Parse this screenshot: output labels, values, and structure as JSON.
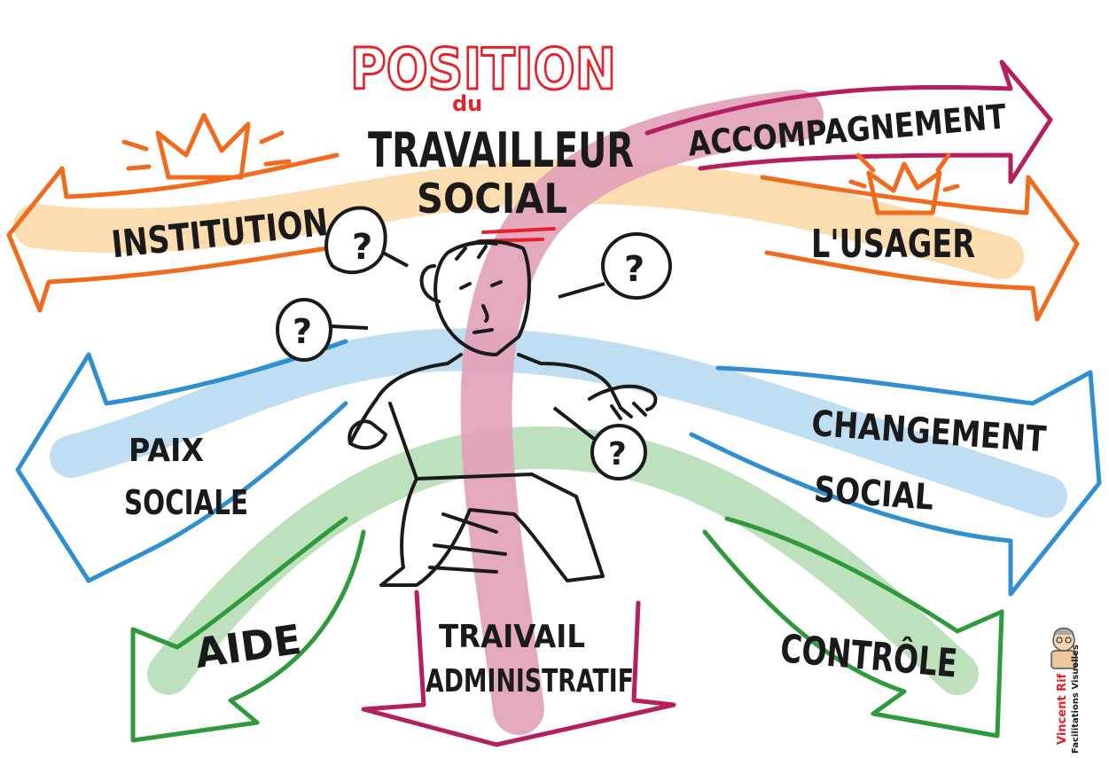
{
  "title": {
    "line1": "POSITION",
    "line2": "du",
    "line3": "TRAVAILLEUR",
    "line4": "SOCIAL"
  },
  "labels": {
    "institution": "INSTITUTION",
    "usager": "L'USAGER",
    "accompagnement": "ACCOMPAGNEMENT",
    "paix_line1": "PAIX",
    "paix_line2": "SOCIALE",
    "changement_line1": "CHANGEMENT",
    "changement_line2": "SOCIAL",
    "aide": "AIDE",
    "travail_line1": "TRAIVAIL",
    "travail_line2": "ADMINISTRATIF",
    "controle": "CONTRÔLE",
    "question_mark": "?"
  },
  "credit": {
    "name": "Vincent Rif",
    "subtitle": "Facilitations Visuelles"
  },
  "colors": {
    "title_red": "#e8202a",
    "orange": "#f26a1b",
    "orange_band": "#fbd9a6",
    "blue": "#2f8fd0",
    "blue_band": "#bcdcf0",
    "green": "#2e9a3c",
    "green_band": "#b9dfb8",
    "magenta": "#b51f5d",
    "pink_band": "#e2a0b8",
    "ink": "#1a1a1a"
  },
  "icons": [
    "crown-icon",
    "question-bubble-icon",
    "person-figure-icon",
    "caricature-avatar-icon"
  ]
}
